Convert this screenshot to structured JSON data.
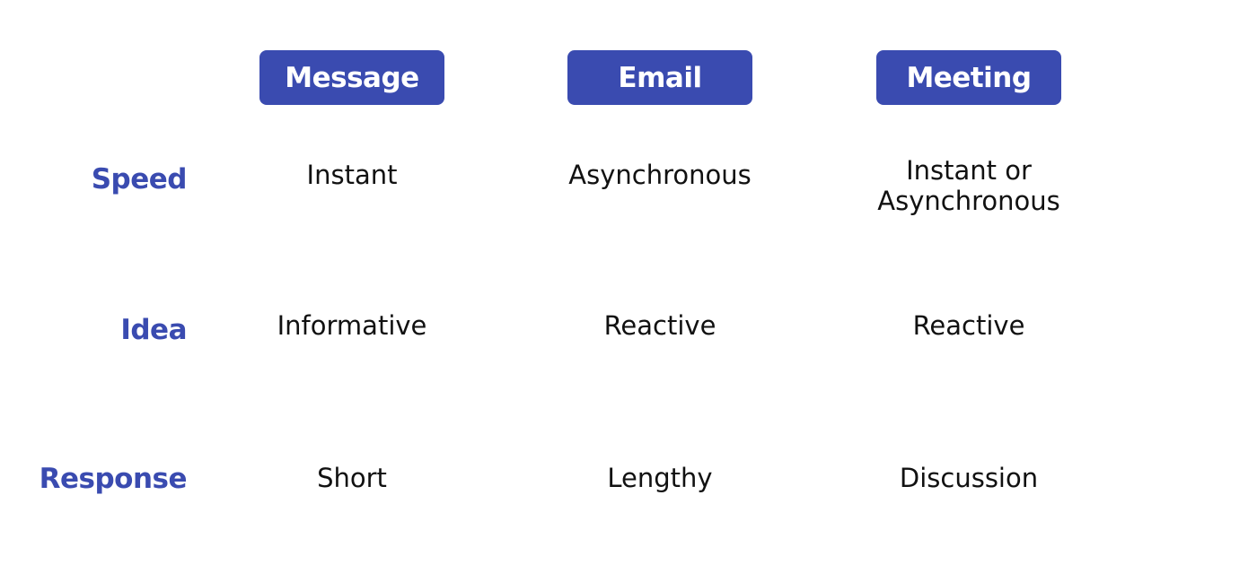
{
  "columns": [
    "Message",
    "Email",
    "Meeting"
  ],
  "rows": [
    {
      "label": "Speed",
      "cells": [
        "Instant",
        "Asynchronous",
        [
          "Instant or",
          "Asynchronous"
        ]
      ]
    },
    {
      "label": "Idea",
      "cells": [
        "Informative",
        "Reactive",
        "Reactive"
      ]
    },
    {
      "label": "Response",
      "cells": [
        "Short",
        "Lengthy",
        "Discussion"
      ]
    }
  ],
  "colors": {
    "accent": "#3a4bb0",
    "text": "#111111",
    "background": "#ffffff"
  }
}
